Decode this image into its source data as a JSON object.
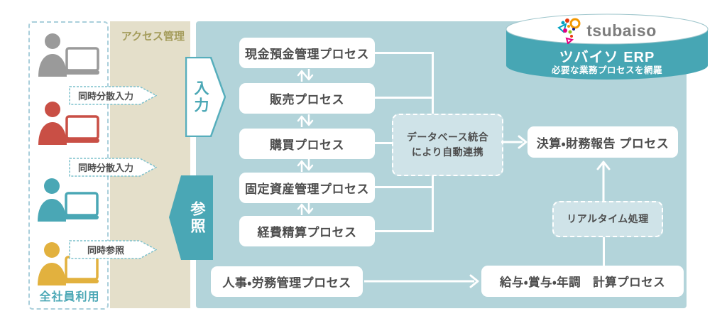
{
  "diagram": {
    "left_column": {
      "access_label": "アクセス管理",
      "all_users_label": "全社員利用",
      "callouts": [
        {
          "label": "同時分散入力"
        },
        {
          "label": "同時分散入力"
        },
        {
          "label": "同時参照"
        }
      ],
      "users": [
        {
          "role": "user-gray"
        },
        {
          "role": "user-red"
        },
        {
          "role": "user-teal"
        },
        {
          "role": "user-yellow"
        }
      ]
    },
    "flow": {
      "input_label": "入力",
      "reference_label": "参照"
    },
    "processes": {
      "cash": "現金預金管理プロセス",
      "sales": "販売プロセス",
      "purchasing": "購買プロセス",
      "fixed_assets": "固定資産管理プロセス",
      "expenses": "経費精算プロセス",
      "hr": "人事・労務管理プロセス",
      "settlement": "決算・財務報告 プロセス",
      "payroll": "給与・賞与・年調　計算プロセス"
    },
    "notes": {
      "database_line1": "データベース統合",
      "database_line2": "により自動連携",
      "realtime": "リアルタイム処理"
    },
    "erp": {
      "logo_text": "tsubaiso",
      "title": "ツバイソ ERP",
      "subtitle": "必要な業務プロセスを網羅"
    },
    "colors": {
      "panel": "#b3d4da",
      "accent": "#4aa7b5",
      "beige": "#e4dfca",
      "olive": "#a49c5b",
      "box_text": "#4d4d4d",
      "note_fill": "#cfe3e8",
      "user_gray": "#9a9a9a",
      "user_red": "#c94f45",
      "user_yellow": "#e2b13e",
      "callout_border": "#7cc0cc",
      "dash": "#aacfdb",
      "logo_palette": [
        "#00a0c1",
        "#f39800",
        "#e8380d",
        "#e3007f",
        "#8fc31f",
        "#1d2088"
      ]
    }
  }
}
